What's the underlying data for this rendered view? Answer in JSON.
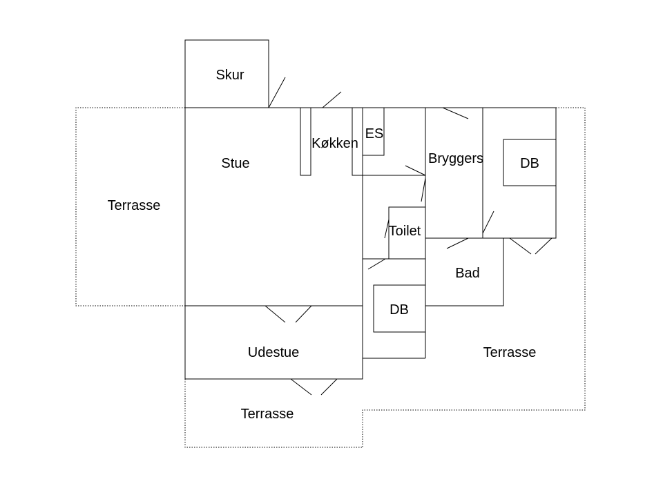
{
  "rooms": {
    "skur": "Skur",
    "stue": "Stue",
    "kokken": "Køkken",
    "es": "ES",
    "bryggers": "Bryggers",
    "db_top": "DB",
    "terrasse_left": "Terrasse",
    "toilet": "Toilet",
    "bad": "Bad",
    "db_bottom": "DB",
    "udestue": "Udestue",
    "terrasse_right": "Terrasse",
    "terrasse_bottom": "Terrasse"
  },
  "colors": {
    "line": "#000000",
    "background": "#ffffff"
  }
}
